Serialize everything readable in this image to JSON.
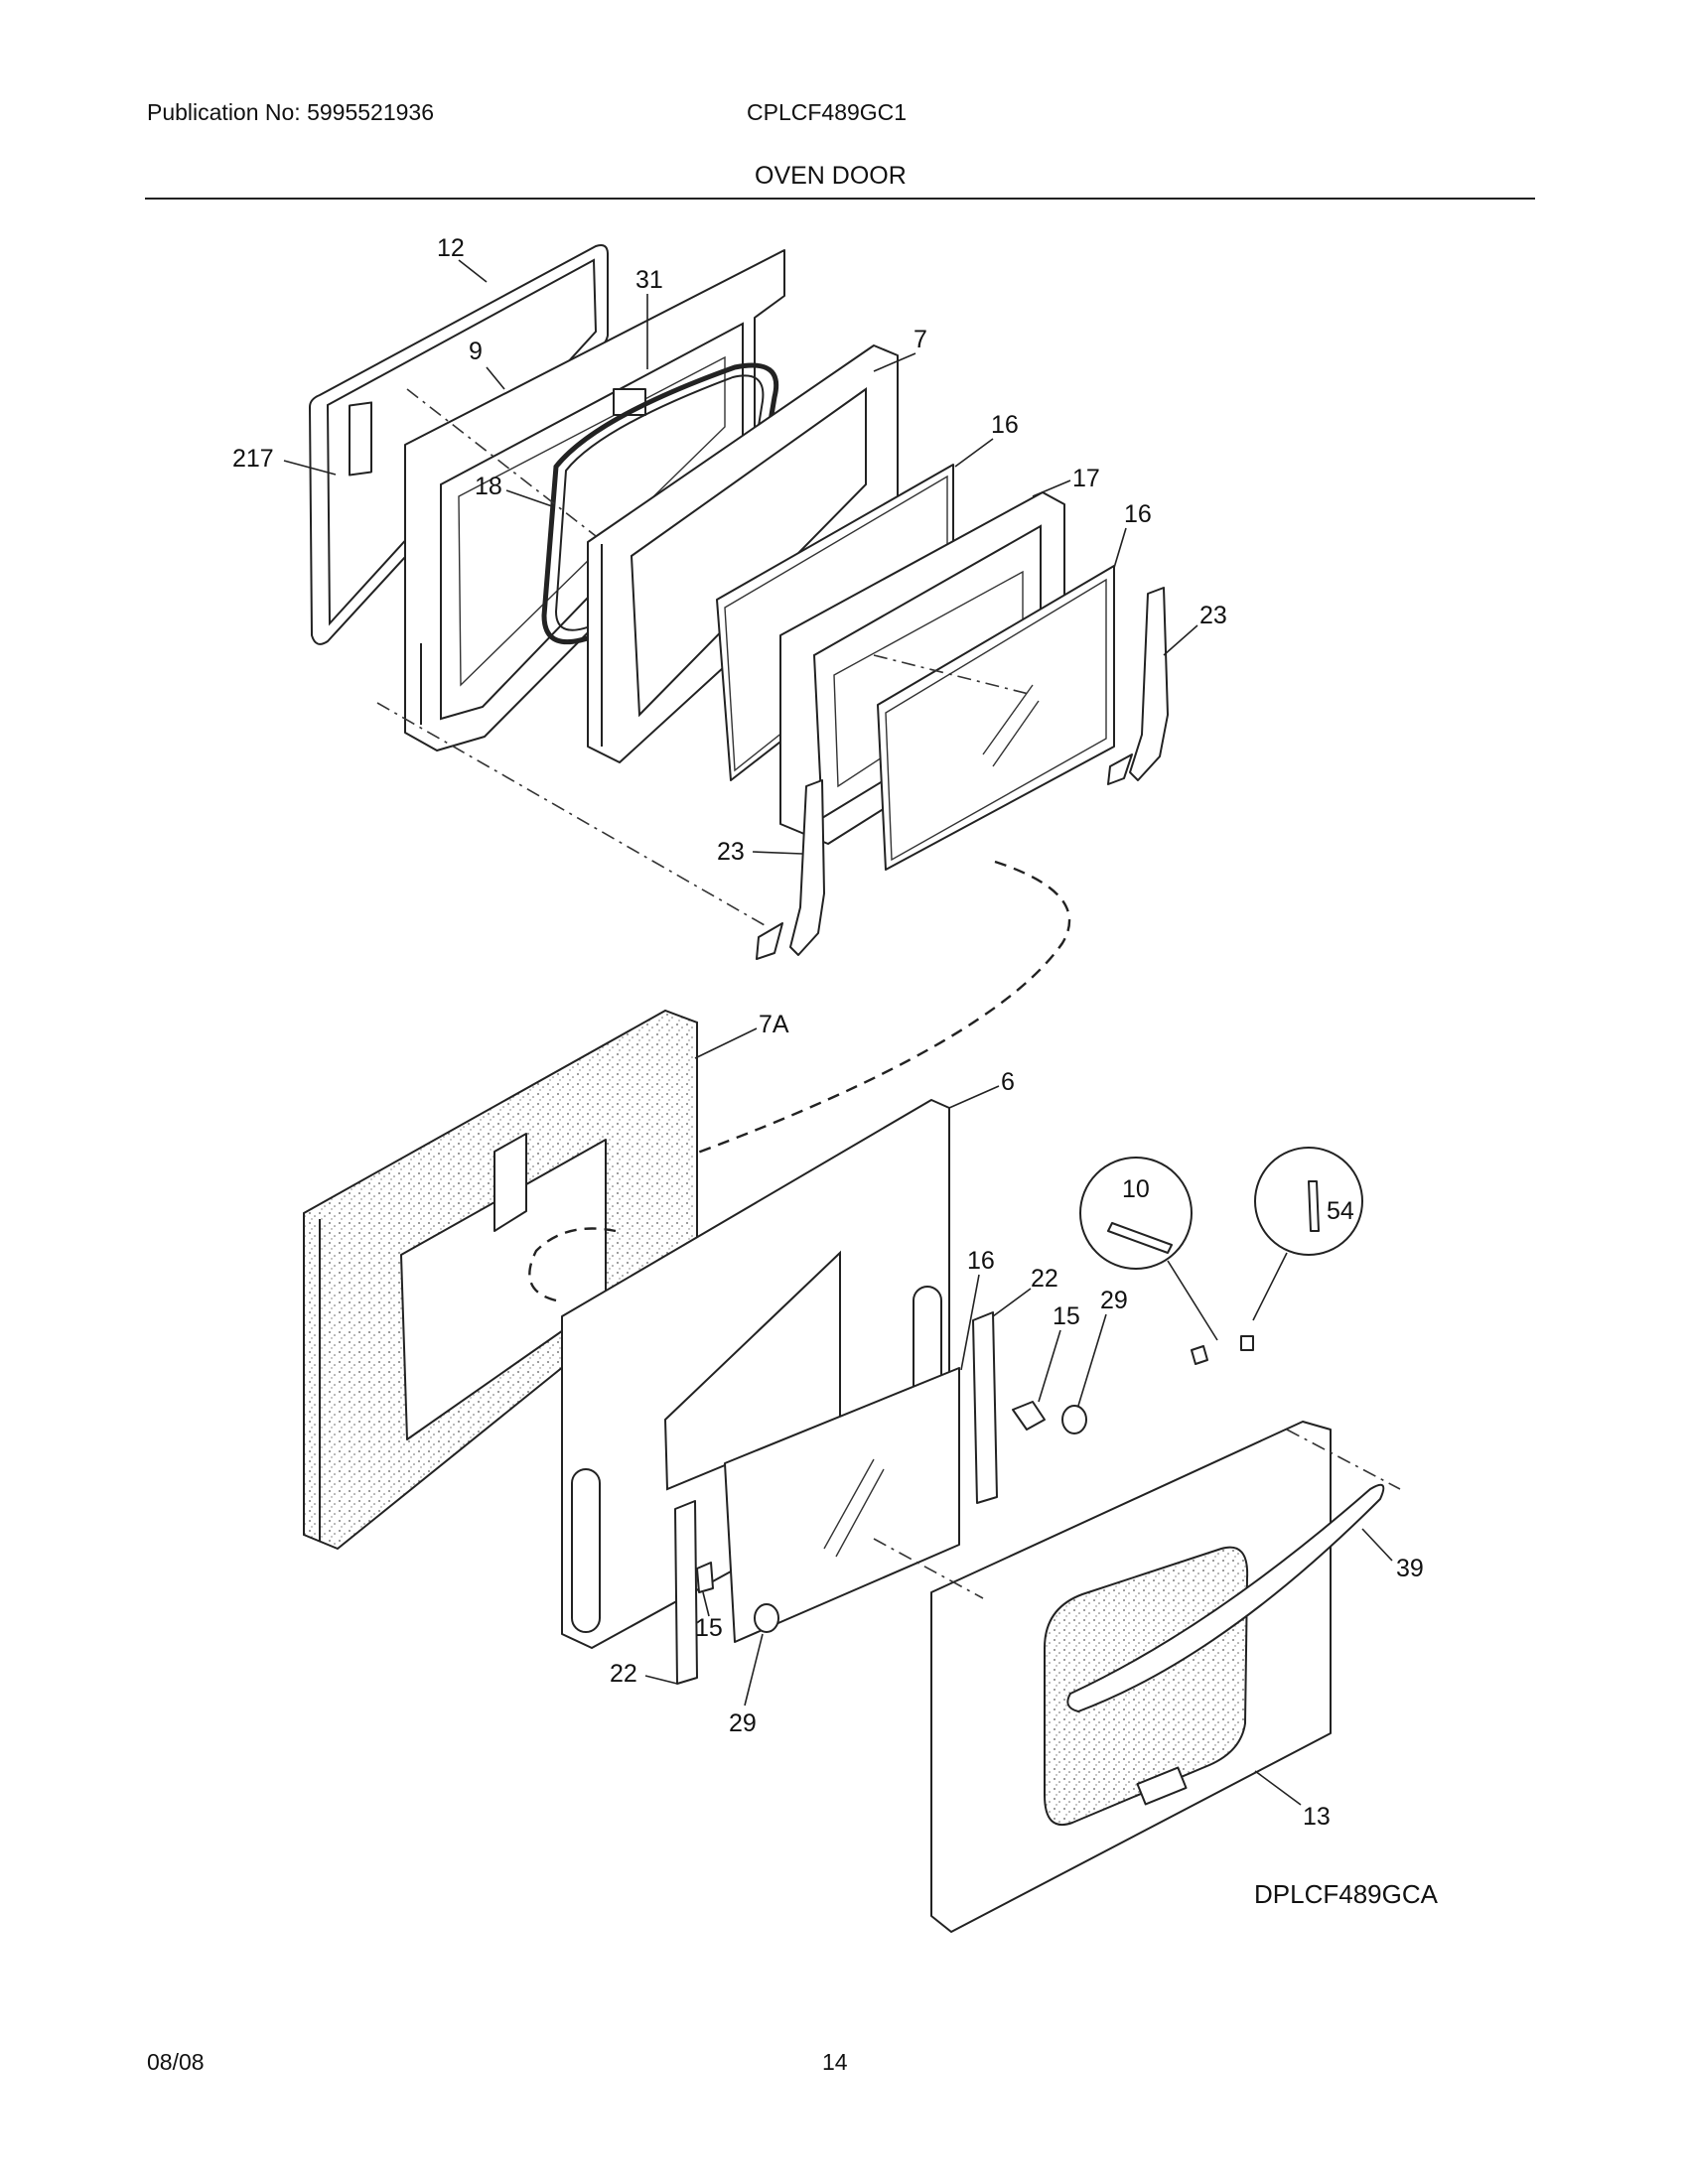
{
  "header": {
    "publication": "Publication No: 5995521936",
    "model": "CPLCF489GC1",
    "section_title": "OVEN DOOR"
  },
  "footer": {
    "date": "08/08",
    "page_number": "14",
    "diagram_code": "DPLCF489GCA"
  },
  "callouts": {
    "c12": "12",
    "c31": "31",
    "c9": "9",
    "c7": "7",
    "c217": "217",
    "c18": "18",
    "c16a": "16",
    "c17": "17",
    "c16b": "16",
    "c23a": "23",
    "c23b": "23",
    "c7A": "7A",
    "c6": "6",
    "c10": "10",
    "c54": "54",
    "c16c": "16",
    "c22a": "22",
    "c15a": "15",
    "c29a": "29",
    "c39": "39",
    "c15b": "15",
    "c22b": "22",
    "c29b": "29",
    "c13": "13"
  }
}
